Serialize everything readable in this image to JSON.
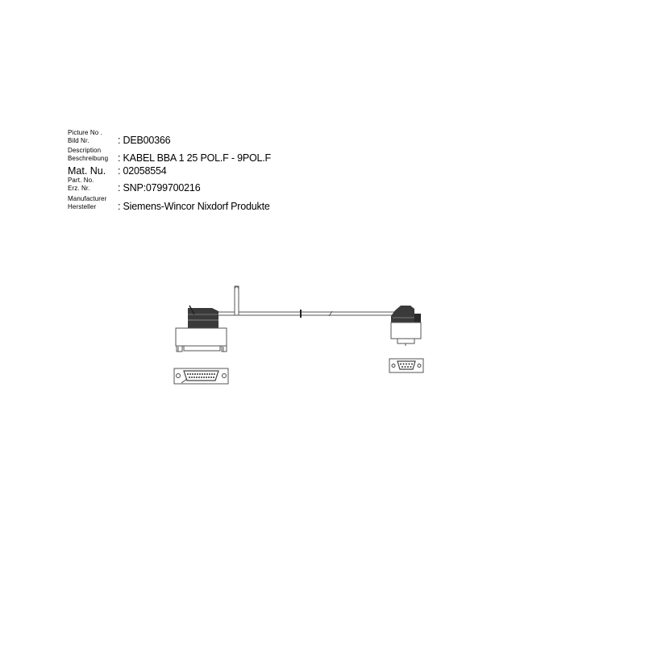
{
  "info": {
    "picture_no": {
      "label_en": "Picture No .",
      "label_de": "Bild Nr.",
      "value": ": DEB00366"
    },
    "description": {
      "label_en": "Description",
      "label_de": "Beschreibung",
      "value": ": KABEL BBA 1 25 POL.F - 9POL.F"
    },
    "mat_nu": {
      "label": "Mat.  Nu.",
      "value": ": 02058554"
    },
    "part_no": {
      "label_en": "Part. No.",
      "label_de": "Erz. Nr.",
      "value": ":  SNP:0799700216"
    },
    "manufacturer": {
      "label_en": "Manufacturer",
      "label_de": "Hersteller",
      "value": ": Siemens-Wincor Nixdorf Produkte"
    }
  },
  "drawing": {
    "subject": "cable-25-pin-female-to-9-pin-female",
    "left_connector": "db25-female-connector",
    "right_connector": "db9-female-connector",
    "colors": {
      "line": "#555555",
      "hood": "#333333",
      "fill": "#ffffff"
    }
  }
}
